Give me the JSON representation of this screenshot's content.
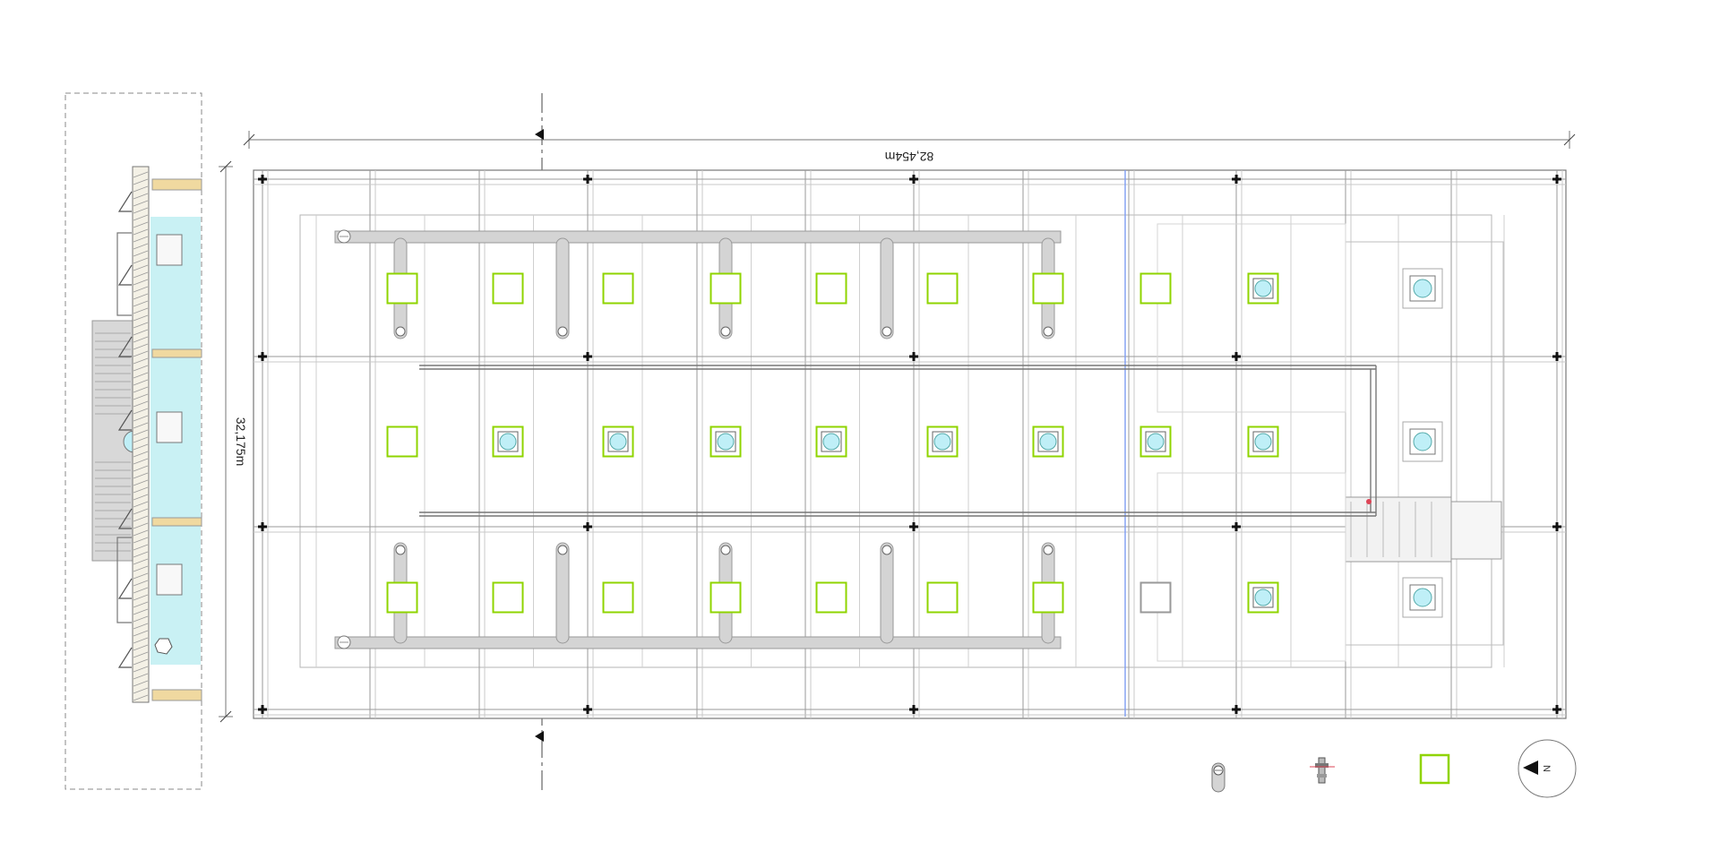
{
  "drawing": {
    "length_label": "82,454m",
    "width_label": "32,175m",
    "north_label": "N"
  },
  "legend": {
    "items": [
      {
        "icon": "ventilation-duct-icon"
      },
      {
        "icon": "pipe-valve-icon"
      },
      {
        "icon": "skylight-opening-icon"
      }
    ]
  },
  "colors": {
    "line": "#9a9a9a",
    "line_dark": "#555555",
    "skylight_green": "#8fd400",
    "glass_blue": "#bfeff7",
    "duct_gray": "#d4d4d4",
    "axis_blue": "#7e9cf2",
    "beam_wood": "#f0d9a0"
  },
  "grid": {
    "bay_columns": 12,
    "bay_rows": 3,
    "skylight_rows": [
      [
        "open",
        "open",
        "open",
        "open",
        "open",
        "open",
        "open",
        "open",
        "glazed",
        "framed"
      ],
      [
        "open",
        "glazed",
        "glazed",
        "glazed",
        "glazed",
        "glazed",
        "glazed",
        "glazed",
        "glazed",
        "framed"
      ],
      [
        "open",
        "open",
        "open",
        "open",
        "open",
        "open",
        "open",
        "gray",
        "glazed",
        "framed"
      ]
    ]
  }
}
